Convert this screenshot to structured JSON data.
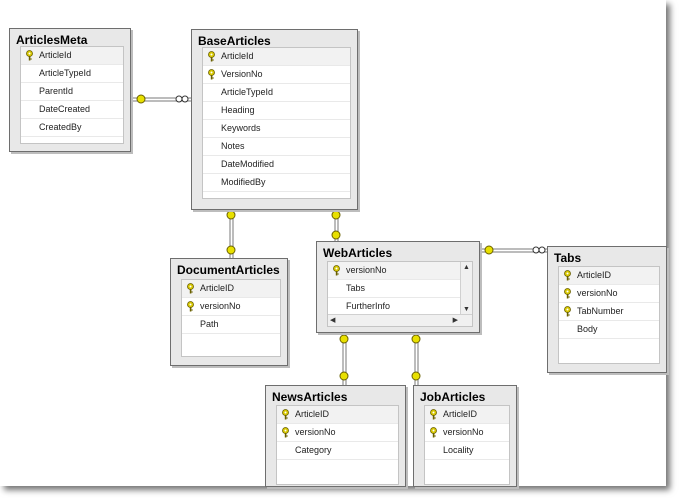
{
  "colors": {
    "connector": "#7a7a7a",
    "key": "#d8c800",
    "key_outline": "#6a6000",
    "endpoint": "#e8e000"
  },
  "tables": {
    "articles_meta": {
      "title": "ArticlesMeta",
      "columns": [
        {
          "name": "ArticleId",
          "key": true
        },
        {
          "name": "ArticleTypeId",
          "key": false
        },
        {
          "name": "ParentId",
          "key": false
        },
        {
          "name": "DateCreated",
          "key": false
        },
        {
          "name": "CreatedBy",
          "key": false
        }
      ]
    },
    "base_articles": {
      "title": "BaseArticles",
      "columns": [
        {
          "name": "ArticleId",
          "key": true
        },
        {
          "name": "VersionNo",
          "key": true
        },
        {
          "name": "ArticleTypeId",
          "key": false
        },
        {
          "name": "Heading",
          "key": false
        },
        {
          "name": "Keywords",
          "key": false
        },
        {
          "name": "Notes",
          "key": false
        },
        {
          "name": "DateModified",
          "key": false
        },
        {
          "name": "ModifiedBy",
          "key": false
        }
      ]
    },
    "document_articles": {
      "title": "DocumentArticles",
      "columns": [
        {
          "name": "ArticleID",
          "key": true
        },
        {
          "name": "versionNo",
          "key": true
        },
        {
          "name": "Path",
          "key": false
        }
      ]
    },
    "web_articles": {
      "title": "WebArticles",
      "columns": [
        {
          "name": "versionNo",
          "key": true
        },
        {
          "name": "Tabs",
          "key": false
        },
        {
          "name": "FurtherInfo",
          "key": false
        }
      ]
    },
    "tabs": {
      "title": "Tabs",
      "columns": [
        {
          "name": "ArticleID",
          "key": true
        },
        {
          "name": "versionNo",
          "key": true
        },
        {
          "name": "TabNumber",
          "key": true
        },
        {
          "name": "Body",
          "key": false
        }
      ]
    },
    "news_articles": {
      "title": "NewsArticles",
      "columns": [
        {
          "name": "ArticleID",
          "key": true
        },
        {
          "name": "versionNo",
          "key": true
        },
        {
          "name": "Category",
          "key": false
        }
      ]
    },
    "job_articles": {
      "title": "JobArticles",
      "columns": [
        {
          "name": "ArticleID",
          "key": true
        },
        {
          "name": "versionNo",
          "key": true
        },
        {
          "name": "Locality",
          "key": false
        }
      ]
    }
  },
  "relationships": [
    {
      "from": "base_articles",
      "to": "articles_meta",
      "one_end": "articles_meta",
      "many_end": "base_articles"
    },
    {
      "from": "base_articles",
      "to": "document_articles"
    },
    {
      "from": "base_articles",
      "to": "web_articles"
    },
    {
      "from": "web_articles",
      "to": "tabs",
      "one_end": "web_articles",
      "many_end": "tabs"
    },
    {
      "from": "web_articles",
      "to": "news_articles"
    },
    {
      "from": "web_articles",
      "to": "job_articles"
    }
  ]
}
